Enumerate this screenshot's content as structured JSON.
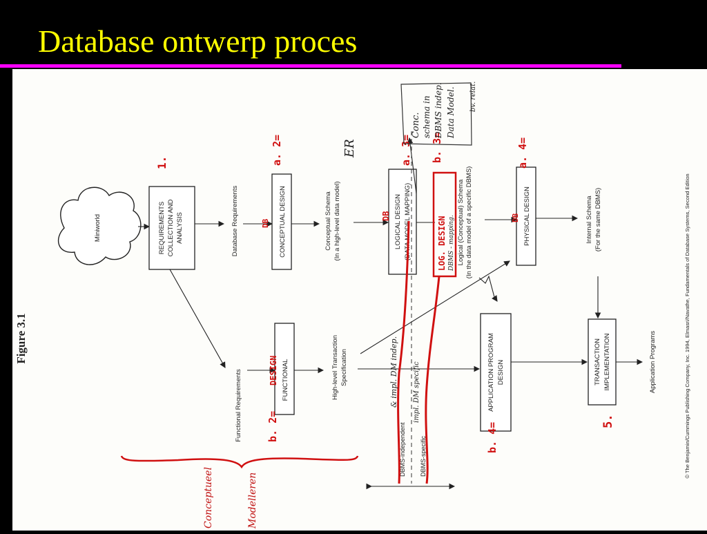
{
  "slide": {
    "title": "Database ontwerp proces"
  },
  "figure": {
    "figure_label": "Figure 3.1",
    "miniworld": "Miniworld",
    "requirements_box": [
      "REQUIREMENTS",
      "COLLECTION AND",
      "ANALYSIS"
    ],
    "database_requirements": "Database Requirements",
    "functional_requirements": "Functional Requirements",
    "conceptual_design": "CONCEPTUAL DESIGN",
    "functional_box": "FUNCTIONAL",
    "conceptual_schema": [
      "Conceptual Schema",
      "(In a high-level data model)"
    ],
    "high_level_transaction": [
      "High-level Transaction",
      "Specification"
    ],
    "logical_design": [
      "LOGICAL DESIGN",
      "(DATA MODEL MAPPING)"
    ],
    "application_program_design": [
      "APPLICATION PROGRAM",
      "DESIGN"
    ],
    "logical_schema": [
      "Logical (Conceptual) Schema",
      "(In the data model of a specific DBMS)"
    ],
    "physical_design": "PHYSICAL DESIGN",
    "transaction_implementation": [
      "TRANSACTION",
      "IMPLEMENTATION"
    ],
    "internal_schema": [
      "Internal Schema",
      "(For the same DBMS)"
    ],
    "application_programs": "Application Programs",
    "dbms_independent": "DBMS-independent",
    "dbms_specific": "DBMS-specific",
    "copyright": "© The Benjamin/Cummings Publishing Company, Inc. 1994, Elmasri/Navathe, Fundamentals of Database Systems, Second Edition"
  },
  "annotations": {
    "step1": "1.",
    "step2a": "a. 2=",
    "step2b": "b. 2=",
    "db_conceptual": "DB",
    "design_functional": "DESIGN",
    "er": "ER",
    "vb_logical": "DB",
    "step3a": "a. 3=",
    "step3b": "b. 3=",
    "conc_schema": [
      "Conc.",
      "schema in",
      "DBMS indep.",
      "Data Model."
    ],
    "bv_relational": "bv. relat.",
    "log_design": "LOG. DESIGN",
    "dbms_mapping": "DBMS - mapping.",
    "db_physical": "DB",
    "step4a": "a. 4=",
    "step4b": "b. 4=",
    "step5": "5.",
    "impl_independent": "& impl. DM indep.",
    "impl_specific": "impl. DM specific",
    "conceptueel_modelleren": [
      "Conceptueel",
      "Modelleren"
    ]
  }
}
